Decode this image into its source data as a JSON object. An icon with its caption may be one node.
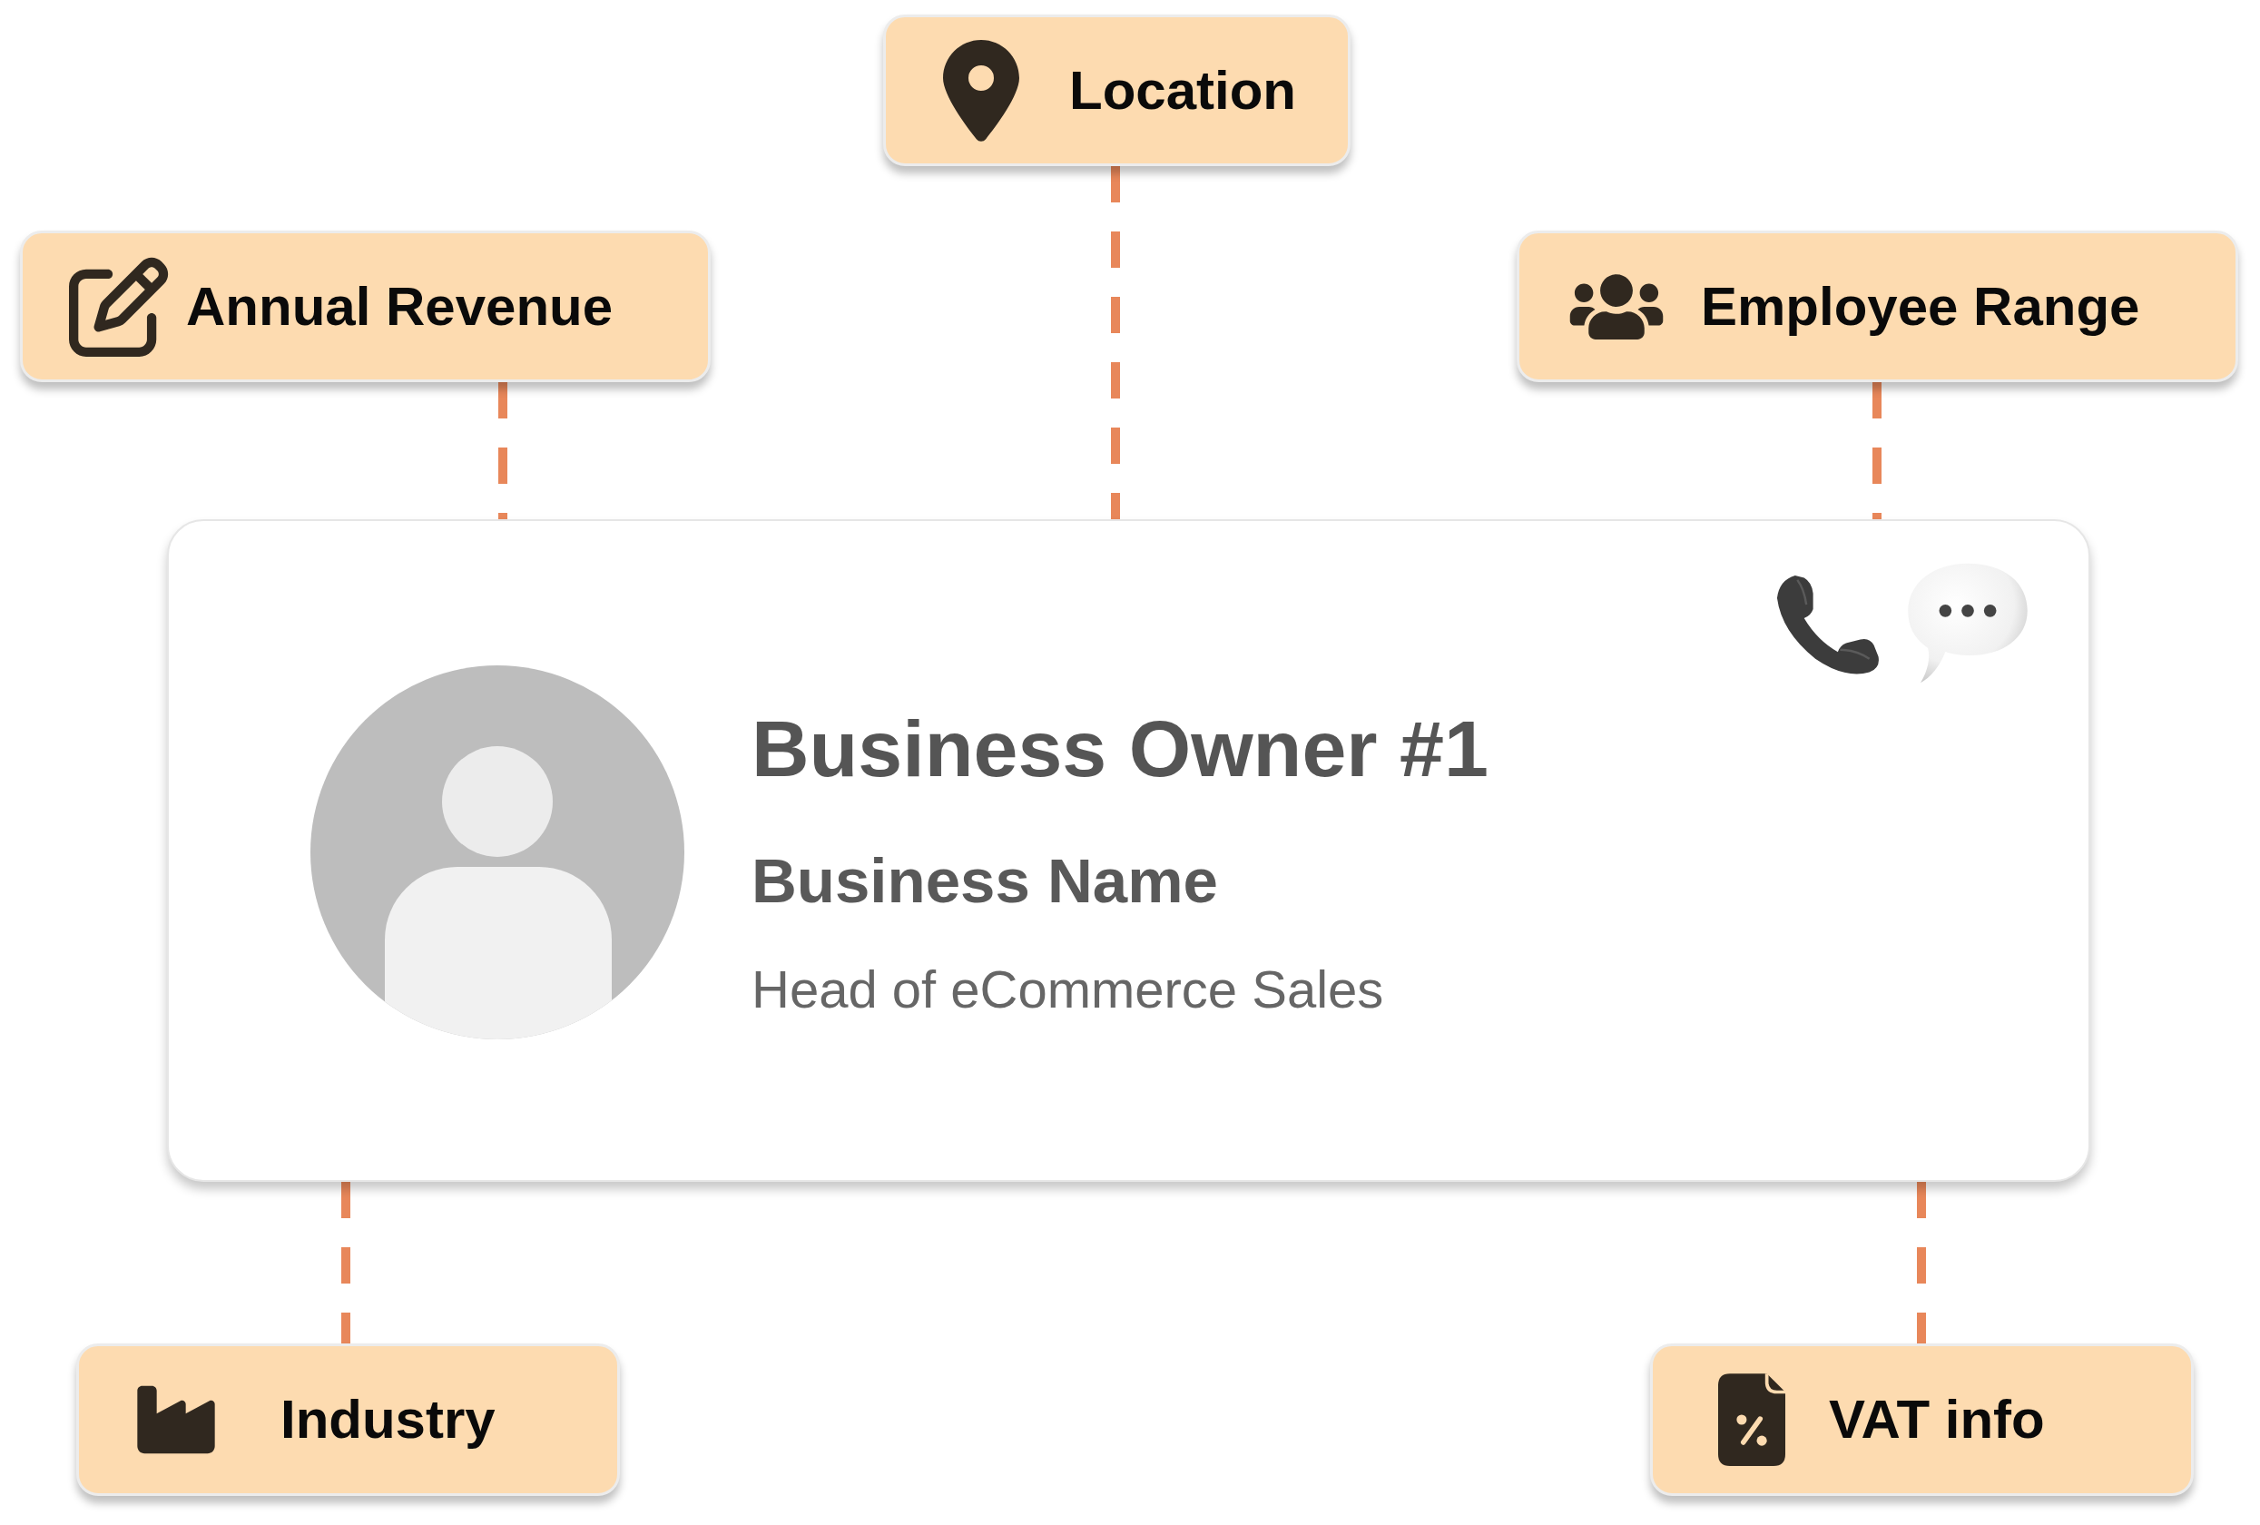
{
  "diagram": {
    "nodes": [
      {
        "text": [
          "Location"
        ]
      },
      {
        "text": [
          "Annual Revenue"
        ]
      },
      {
        "text": [
          "Employee Range"
        ]
      },
      {
        "text": [
          "Business Owner #1",
          "Business Name",
          "Head of eCommerce Sales"
        ]
      },
      {
        "text": [
          "Industry"
        ]
      },
      {
        "text": [
          "VAT info"
        ]
      }
    ],
    "edges": [
      {
        "from": 0,
        "to": 3,
        "arrow": "none",
        "style": "dashed"
      },
      {
        "from": 1,
        "to": 3,
        "arrow": "none",
        "style": "dashed"
      },
      {
        "from": 2,
        "to": 3,
        "arrow": "none",
        "style": "dashed"
      },
      {
        "from": 3,
        "to": 4,
        "arrow": "none",
        "style": "dashed"
      },
      {
        "from": 3,
        "to": 5,
        "arrow": "none",
        "style": "dashed"
      }
    ]
  }
}
